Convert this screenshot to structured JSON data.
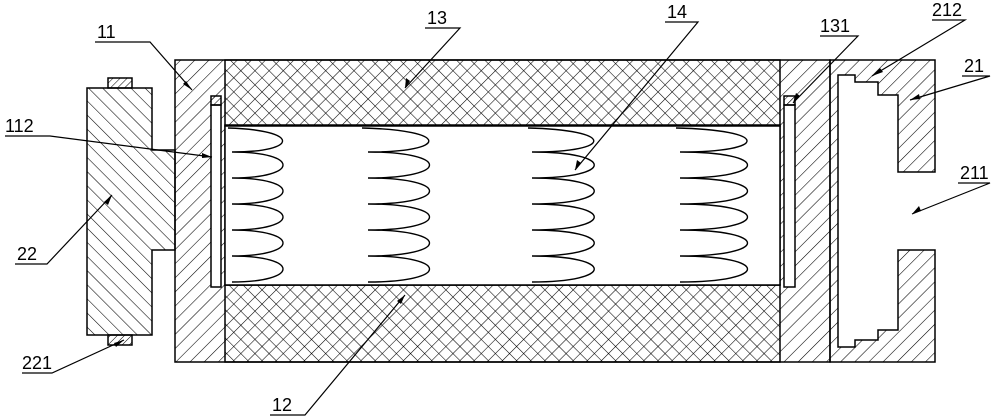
{
  "figure": {
    "background": "#ffffff",
    "stroke_color": "#000000"
  },
  "labels": {
    "l11": "11",
    "l13": "13",
    "l14": "14",
    "l131": "131",
    "l212": "212",
    "l21": "21",
    "l112": "112",
    "l211": "211",
    "l22": "22",
    "l221": "221",
    "l12": "12"
  }
}
